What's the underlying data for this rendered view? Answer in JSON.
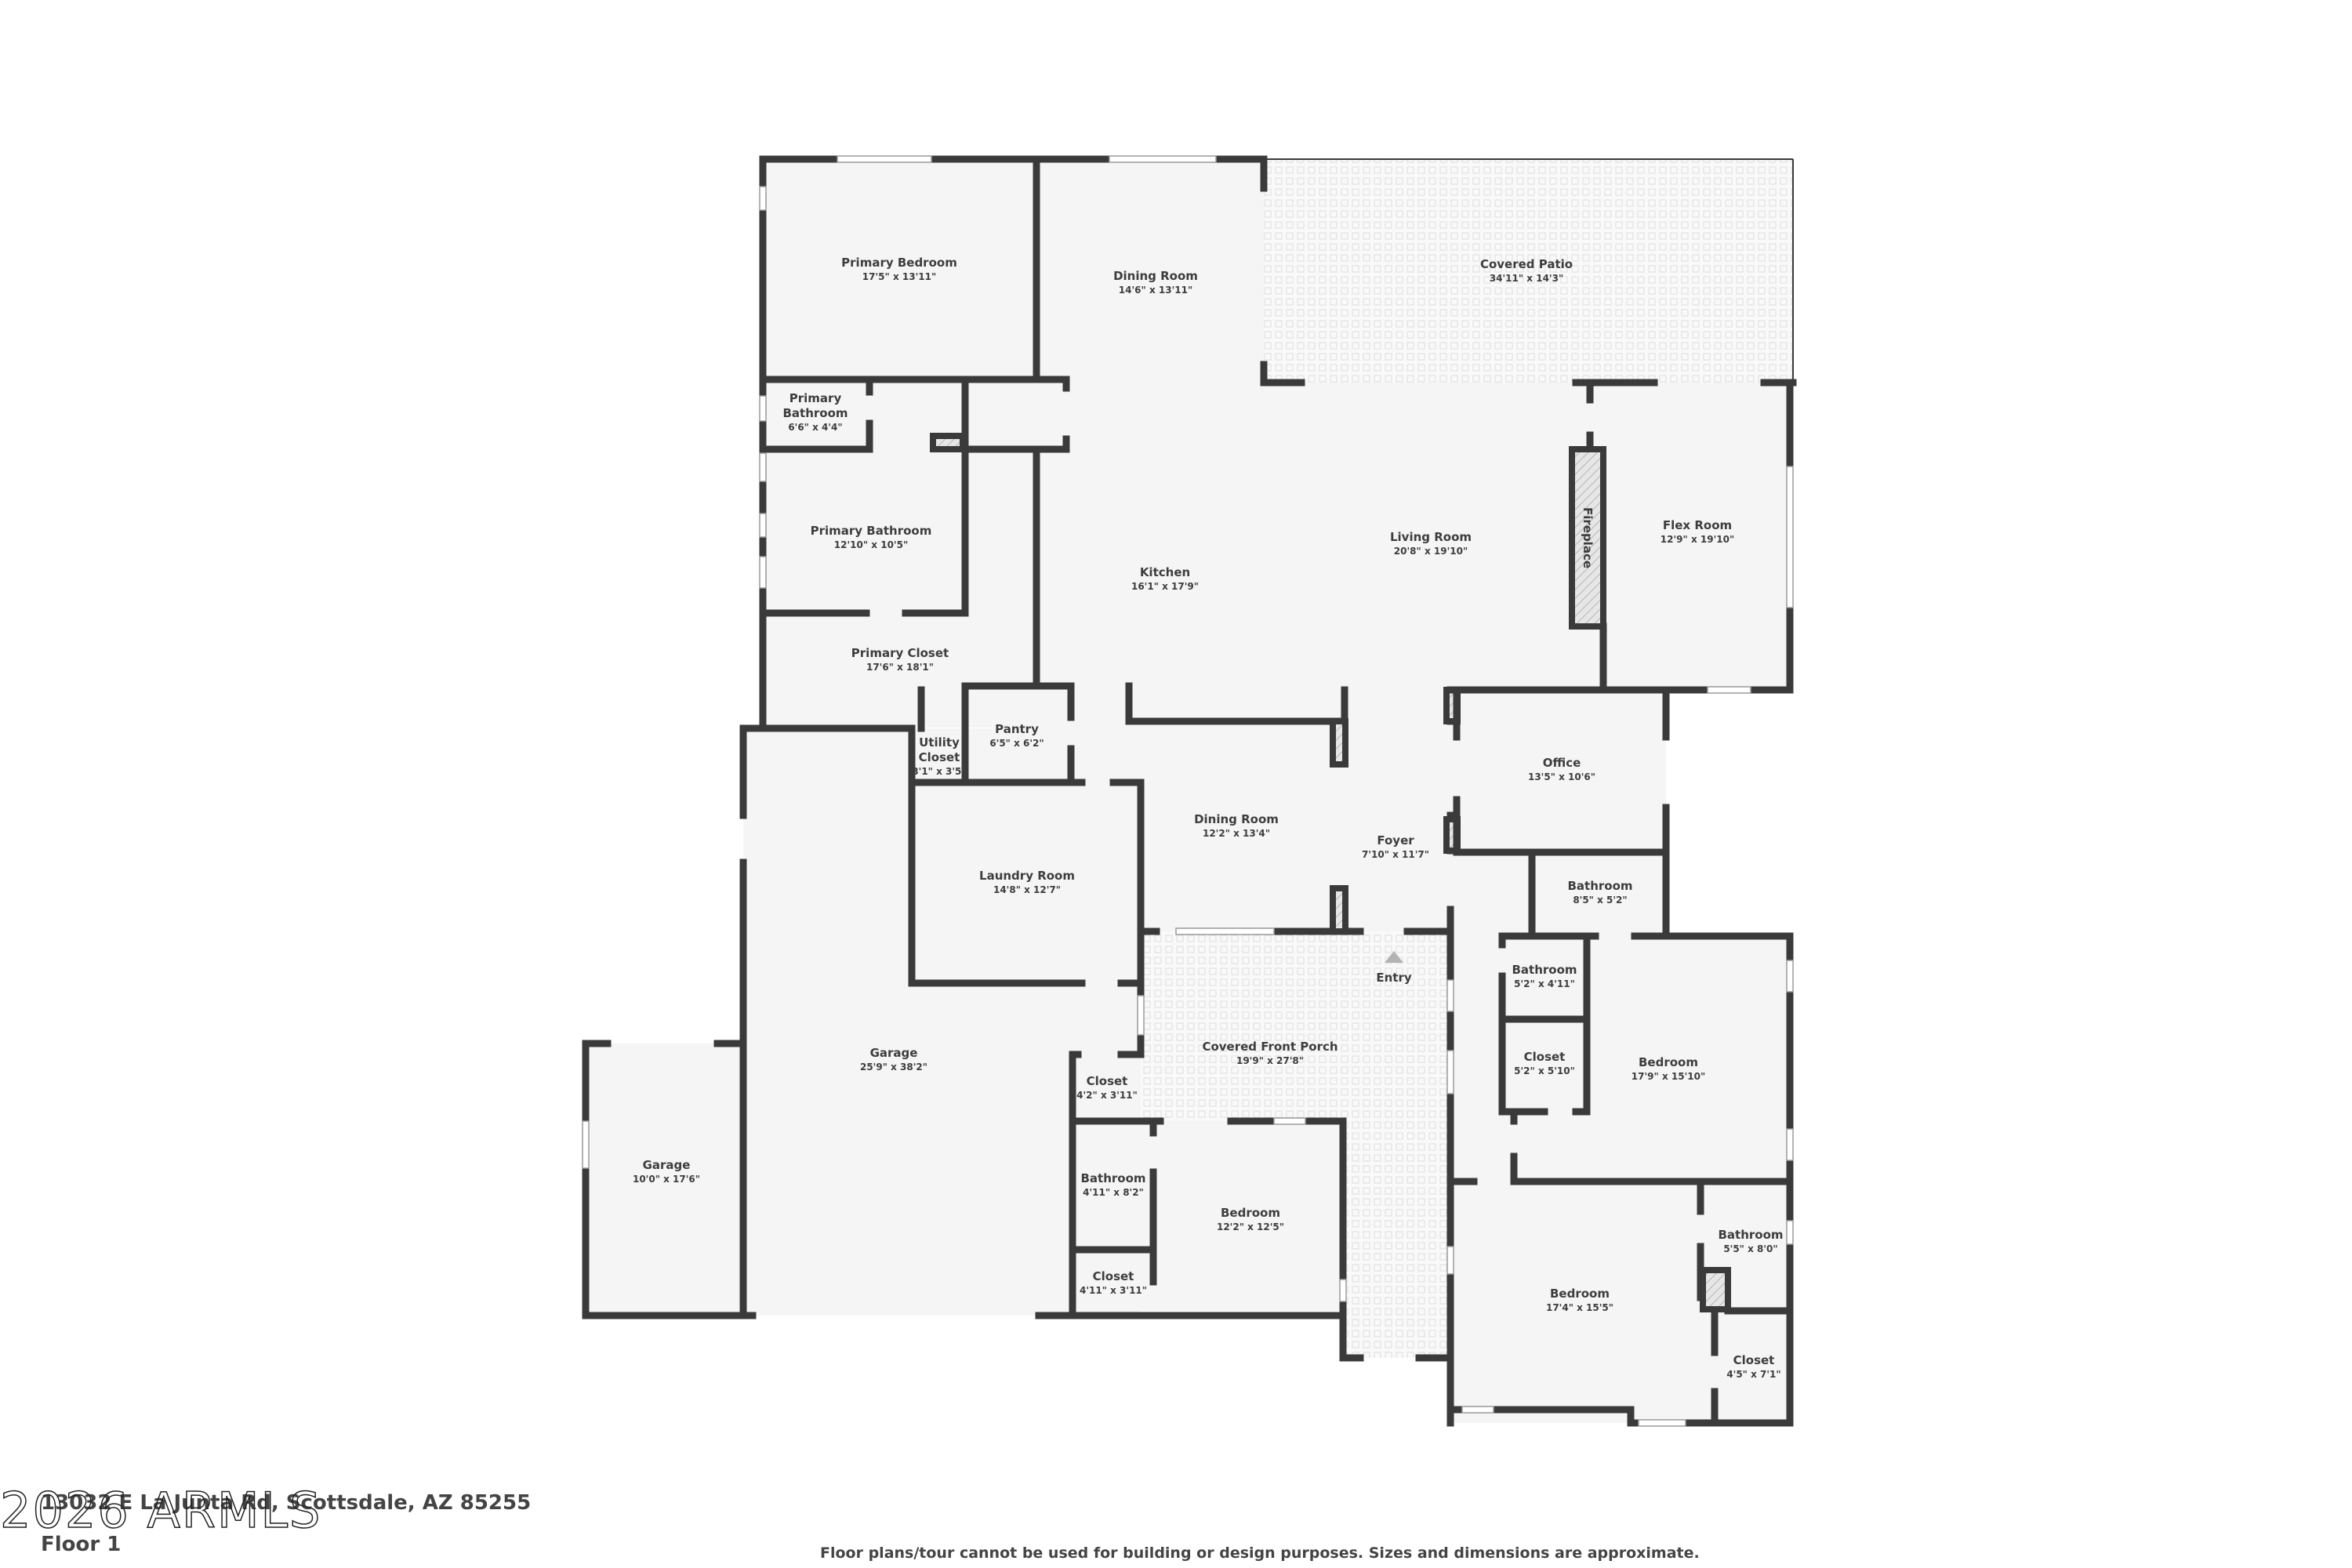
{
  "floorplan": {
    "address": "13032 E La Junta Rd, Scottsdale, AZ 85255",
    "floor": "Floor 1",
    "watermark": "2026 ARMLS",
    "disclaimer": "Floor plans/tour cannot be used for building or design purposes. Sizes and dimensions are approximate.",
    "entry_label": "Entry",
    "fireplace_label": "Fireplace",
    "rooms": {
      "primary_bedroom": {
        "name": "Primary Bedroom",
        "dim": "17'5\" x 13'11\""
      },
      "dining_room_1": {
        "name": "Dining Room",
        "dim": "14'6\" x 13'11\""
      },
      "covered_patio": {
        "name": "Covered Patio",
        "dim": "34'11\" x 14'3\""
      },
      "primary_bathroom_small_1": {
        "name": "Primary",
        "dim": "6'6\" x 4'4\""
      },
      "primary_bathroom_small_2": {
        "name": "Bathroom"
      },
      "primary_bathroom": {
        "name": "Primary Bathroom",
        "dim": "12'10\" x 10'5\""
      },
      "kitchen": {
        "name": "Kitchen",
        "dim": "16'1\" x 17'9\""
      },
      "living_room": {
        "name": "Living Room",
        "dim": "20'8\" x 19'10\""
      },
      "flex_room": {
        "name": "Flex Room",
        "dim": "12'9\" x 19'10\""
      },
      "primary_closet": {
        "name": "Primary Closet",
        "dim": "17'6\" x 18'1\""
      },
      "pantry": {
        "name": "Pantry",
        "dim": "6'5\" x 6'2\""
      },
      "utility_closet_1": {
        "name": "Utility",
        "dim": "3'1\" x 3'5\""
      },
      "utility_closet_2": {
        "name": "Closet"
      },
      "office": {
        "name": "Office",
        "dim": "13'5\" x 10'6\""
      },
      "dining_room_2": {
        "name": "Dining Room",
        "dim": "12'2\" x 13'4\""
      },
      "foyer": {
        "name": "Foyer",
        "dim": "7'10\" x 11'7\""
      },
      "laundry_room": {
        "name": "Laundry Room",
        "dim": "14'8\" x 12'7\""
      },
      "bathroom_hall": {
        "name": "Bathroom",
        "dim": "8'5\" x 5'2\""
      },
      "bathroom_small": {
        "name": "Bathroom",
        "dim": "5'2\" x 4'11\""
      },
      "closet_bed1": {
        "name": "Closet",
        "dim": "5'2\" x 5'10\""
      },
      "bedroom_1": {
        "name": "Bedroom",
        "dim": "17'9\" x 15'10\""
      },
      "covered_front_porch": {
        "name": "Covered Front Porch",
        "dim": "19'9\" x 27'8\""
      },
      "garage_main": {
        "name": "Garage",
        "dim": "25'9\" x 38'2\""
      },
      "garage_small": {
        "name": "Garage",
        "dim": "10'0\" x 17'6\""
      },
      "closet_garage": {
        "name": "Closet",
        "dim": "4'2\" x 3'11\""
      },
      "bathroom_bed2": {
        "name": "Bathroom",
        "dim": "4'11\" x 8'2\""
      },
      "closet_bed2": {
        "name": "Closet",
        "dim": "4'11\" x 3'11\""
      },
      "bedroom_2": {
        "name": "Bedroom",
        "dim": "12'2\" x 12'5\""
      },
      "bedroom_3": {
        "name": "Bedroom",
        "dim": "17'4\" x 15'5\""
      },
      "bathroom_bed3": {
        "name": "Bathroom",
        "dim": "5'5\" x 8'0\""
      },
      "closet_bed3": {
        "name": "Closet",
        "dim": "4'5\" x 7'1\""
      }
    },
    "colors": {
      "wall": "#3a3a3a",
      "floor": "#f5f5f5",
      "text": "#3d3d3d",
      "background": "#ffffff"
    }
  }
}
